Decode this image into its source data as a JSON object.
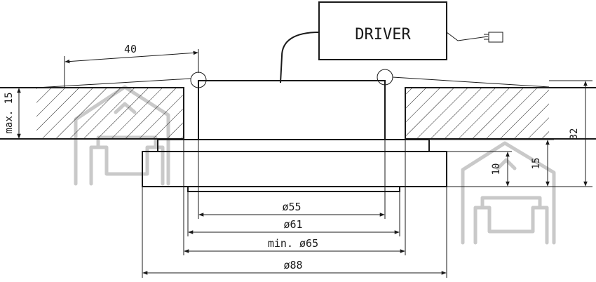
{
  "driver_label": "DRIVER",
  "dimensions": {
    "overhang": "40",
    "ceiling_thickness": "max. 15",
    "total_height": "32",
    "lower_height": "15",
    "ring_height": "10",
    "d55": "ø55",
    "d61": "ø61",
    "d65": "min. ø65",
    "d88": "ø88"
  },
  "watermark_icon": "house-sofa-icon",
  "colors": {
    "line": "#1a1a1a",
    "watermark": "#c9c9c9",
    "background": "#ffffff"
  }
}
